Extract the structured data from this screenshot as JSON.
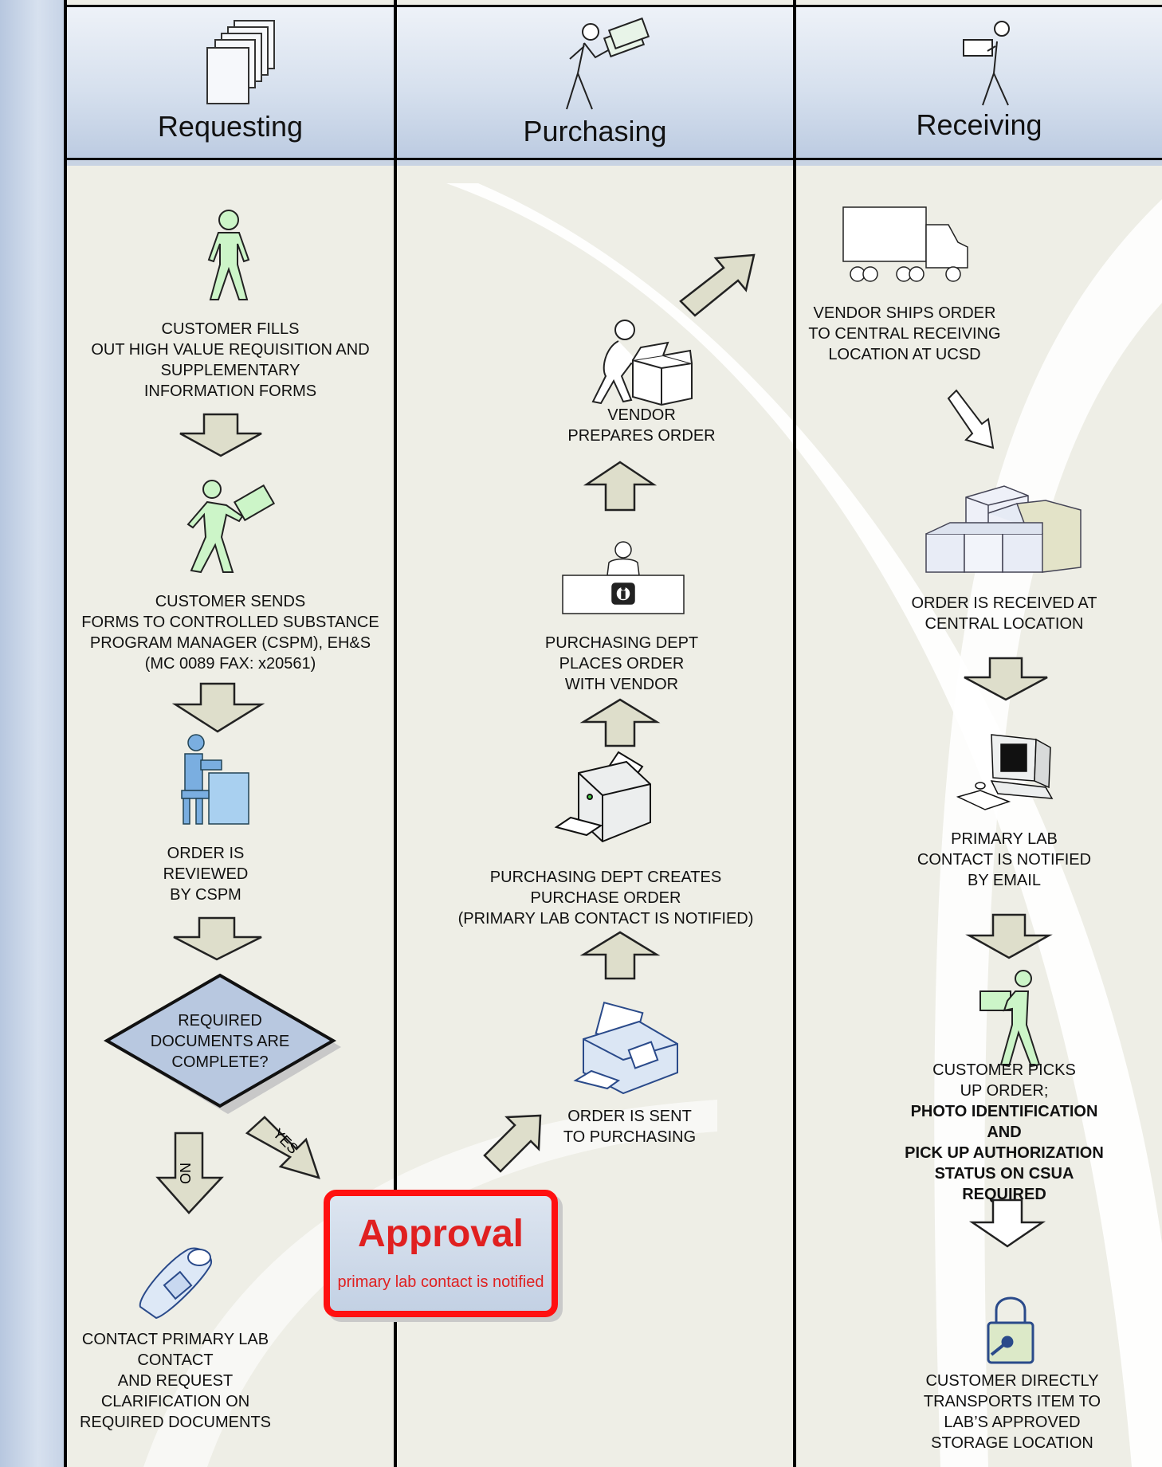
{
  "lanes": {
    "requesting": "Requesting",
    "purchasing": "Purchasing",
    "receiving": "Receiving"
  },
  "requesting": {
    "step1": [
      "CUSTOMER FILLS",
      "OUT HIGH VALUE REQUISITION AND",
      "SUPPLEMENTARY",
      "INFORMATION FORMS"
    ],
    "step2": [
      "CUSTOMER SENDS",
      "FORMS TO CONTROLLED SUBSTANCE",
      "PROGRAM MANAGER (CSPM), EH&S",
      "(MC 0089 FAX: x20561)"
    ],
    "step3": [
      "ORDER IS",
      "REVIEWED",
      "BY CSPM"
    ],
    "decision": [
      "REQUIRED",
      "DOCUMENTS ARE",
      "COMPLETE?"
    ],
    "no_label": "NO",
    "yes_label": "YES",
    "step4": [
      "CONTACT PRIMARY LAB",
      "CONTACT",
      "AND REQUEST",
      "CLARIFICATION ON",
      "REQUIRED DOCUMENTS"
    ]
  },
  "approval": {
    "title": "Approval",
    "subtitle": "primary lab contact is notified"
  },
  "purchasing": {
    "step1": [
      "ORDER IS SENT",
      "TO PURCHASING"
    ],
    "step2": [
      "PURCHASING DEPT CREATES",
      "PURCHASE ORDER",
      "(PRIMARY LAB CONTACT IS NOTIFIED)"
    ],
    "step3": [
      "PURCHASING DEPT",
      "PLACES ORDER",
      "WITH VENDOR"
    ],
    "step4": [
      "VENDOR",
      "PREPARES ORDER"
    ]
  },
  "receiving": {
    "step1": [
      "VENDOR  SHIPS ORDER",
      "TO CENTRAL RECEIVING",
      "LOCATION  AT UCSD"
    ],
    "step2": [
      "ORDER IS RECEIVED AT",
      "CENTRAL LOCATION"
    ],
    "step3": [
      "PRIMARY LAB",
      "CONTACT IS NOTIFIED",
      "BY EMAIL"
    ],
    "step4": [
      "CUSTOMER PICKS",
      "UP ORDER;"
    ],
    "step4_bold": [
      "PHOTO IDENTIFICATION",
      "AND",
      "PICK UP AUTHORIZATION",
      "STATUS ON CSUA",
      "REQUIRED"
    ],
    "step5": [
      "CUSTOMER DIRECTLY",
      "TRANSPORTS ITEM TO",
      "LAB’S APPROVED",
      "STORAGE LOCATION"
    ]
  },
  "colors": {
    "lane_bg": "#eeeee6",
    "header_blue": "#c6d3e6",
    "person_green": "#ccf5c8",
    "arrow_fill": "#dedecb",
    "approval_red": "#ff1010"
  }
}
